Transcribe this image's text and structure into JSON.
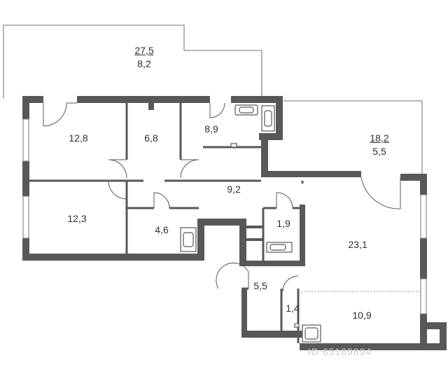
{
  "plan": {
    "balconies": [
      {
        "id": "balcony-top",
        "area": "27,5",
        "reduced": "8,2"
      },
      {
        "id": "balcony-right",
        "area": "18,2",
        "reduced": "5,5"
      }
    ],
    "rooms": [
      {
        "id": "room-a",
        "area": "12,8"
      },
      {
        "id": "room-b",
        "area": "6,8"
      },
      {
        "id": "room-c",
        "area": "8,9"
      },
      {
        "id": "hall",
        "area": "9,2"
      },
      {
        "id": "room-d",
        "area": "12,3"
      },
      {
        "id": "bath-a",
        "area": "4,6"
      },
      {
        "id": "bath-b",
        "area": "1,9"
      },
      {
        "id": "living",
        "area": "23,1"
      },
      {
        "id": "storage",
        "area": "5,5"
      },
      {
        "id": "wc",
        "area": "1,4"
      },
      {
        "id": "kitchen",
        "area": "10,9"
      }
    ],
    "watermark": "ID 65189894"
  }
}
